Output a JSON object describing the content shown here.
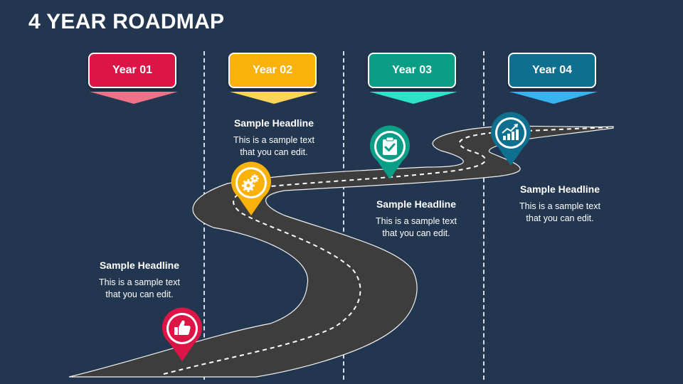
{
  "title": "4 YEAR ROADMAP",
  "years": [
    {
      "label": "Year 01",
      "color": "#dd1547",
      "arrow_color": "#f07288"
    },
    {
      "label": "Year 02",
      "color": "#f9b10c",
      "arrow_color": "#fbd55a"
    },
    {
      "label": "Year 03",
      "color": "#0b9e86",
      "arrow_color": "#2ee4c8"
    },
    {
      "label": "Year 04",
      "color": "#0e6f8e",
      "arrow_color": "#39b3ef"
    }
  ],
  "milestones": [
    {
      "headline": "Sample Headline",
      "line1": "This is a sample text",
      "line2": "that you can edit.",
      "icon": "thumbs-up-icon",
      "color": "#dd1547"
    },
    {
      "headline": "Sample Headline",
      "line1": "This is a sample text",
      "line2": "that you can edit.",
      "icon": "gears-icon",
      "color": "#f9b10c"
    },
    {
      "headline": "Sample Headline",
      "line1": "This is a sample text",
      "line2": "that you can edit.",
      "icon": "clipboard-check-icon",
      "color": "#0b9e86"
    },
    {
      "headline": "Sample Headline",
      "line1": "This is a sample text",
      "line2": "that you can edit.",
      "icon": "growth-chart-icon",
      "color": "#0e6f8e"
    }
  ],
  "colors": {
    "background": "#233650",
    "road": "#3d3d3d",
    "road_dash": "#ffffff"
  }
}
